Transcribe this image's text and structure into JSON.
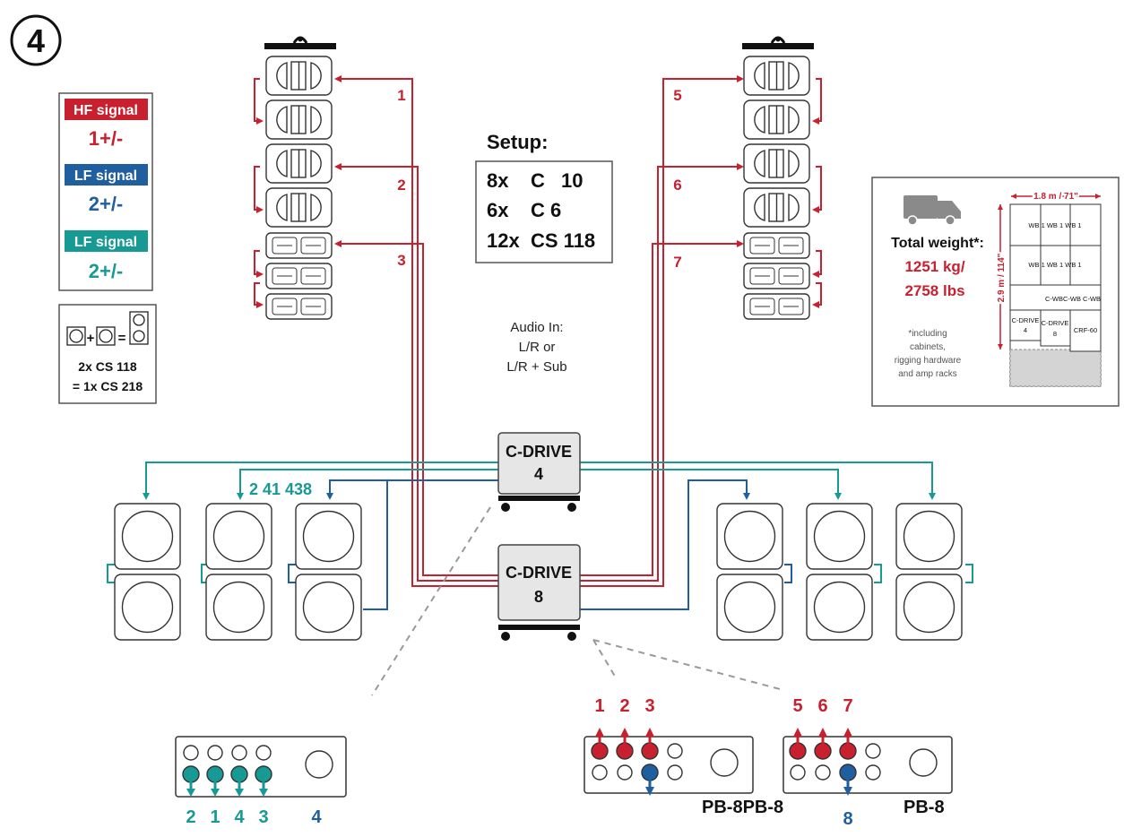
{
  "step_number": "4",
  "colors": {
    "hf": "#c8202e",
    "lf_blue": "#1f5fa0",
    "lf_teal": "#179a94",
    "truck": "#8a8a8a"
  },
  "legend": {
    "hf_title": "HF signal",
    "hf_value": "1+/-",
    "lf1_title": "LF signal",
    "lf1_value": "2+/-",
    "lf2_title": "LF signal",
    "lf2_value": "2+/-"
  },
  "equivalence": {
    "plus": "+",
    "equals": "=",
    "line1": "2x CS 118",
    "line2": "= 1x CS 218"
  },
  "setup": {
    "title": "Setup:",
    "rows": [
      {
        "qty": "8x",
        "model": "C",
        "num": "10"
      },
      {
        "qty": "6x",
        "model": "C 6",
        "num": ""
      },
      {
        "qty": "12x",
        "model": "CS 118",
        "num": ""
      }
    ]
  },
  "audio_in": [
    "Audio In:",
    "L/R or",
    "L/R + Sub"
  ],
  "hf_labels_left": [
    "1",
    "2",
    "3"
  ],
  "hf_labels_right": [
    "5",
    "6",
    "7"
  ],
  "sub_label_left": "2 41 438",
  "amps": [
    {
      "name": "C-DRIVE",
      "num": "4"
    },
    {
      "name": "C-DRIVE",
      "num": "8"
    }
  ],
  "weight_box": {
    "title": "Total weight*:",
    "weight_kg": "1251 kg/",
    "weight_lbs": "2758 lbs",
    "note": [
      "*including",
      "cabinets,",
      "rigging hardware",
      "and amp racks"
    ],
    "width_dim": "1.8 m / 71\"",
    "height_dim": "2.9 m / 114\"",
    "load": {
      "row1": "WB 1 WB 1 WB 1",
      "row2": "WB 1 WB 1 WB 1",
      "row3": "C-WBC-WB C-WB",
      "cell_a1": "C-DRIVE",
      "cell_a2": "4",
      "cell_b1": "C-DRIVE",
      "cell_b2": "8",
      "cell_c": "CRF-60"
    }
  },
  "panels": {
    "p1_nums": [
      "2",
      "1",
      "4",
      "3"
    ],
    "p1_extra": "4",
    "p2_nums": [
      "1",
      "2",
      "3"
    ],
    "p2_label": "PB-8PB-8",
    "p3_nums": [
      "5",
      "6",
      "7"
    ],
    "p3_blue": "8",
    "p3_label": "PB-8"
  }
}
